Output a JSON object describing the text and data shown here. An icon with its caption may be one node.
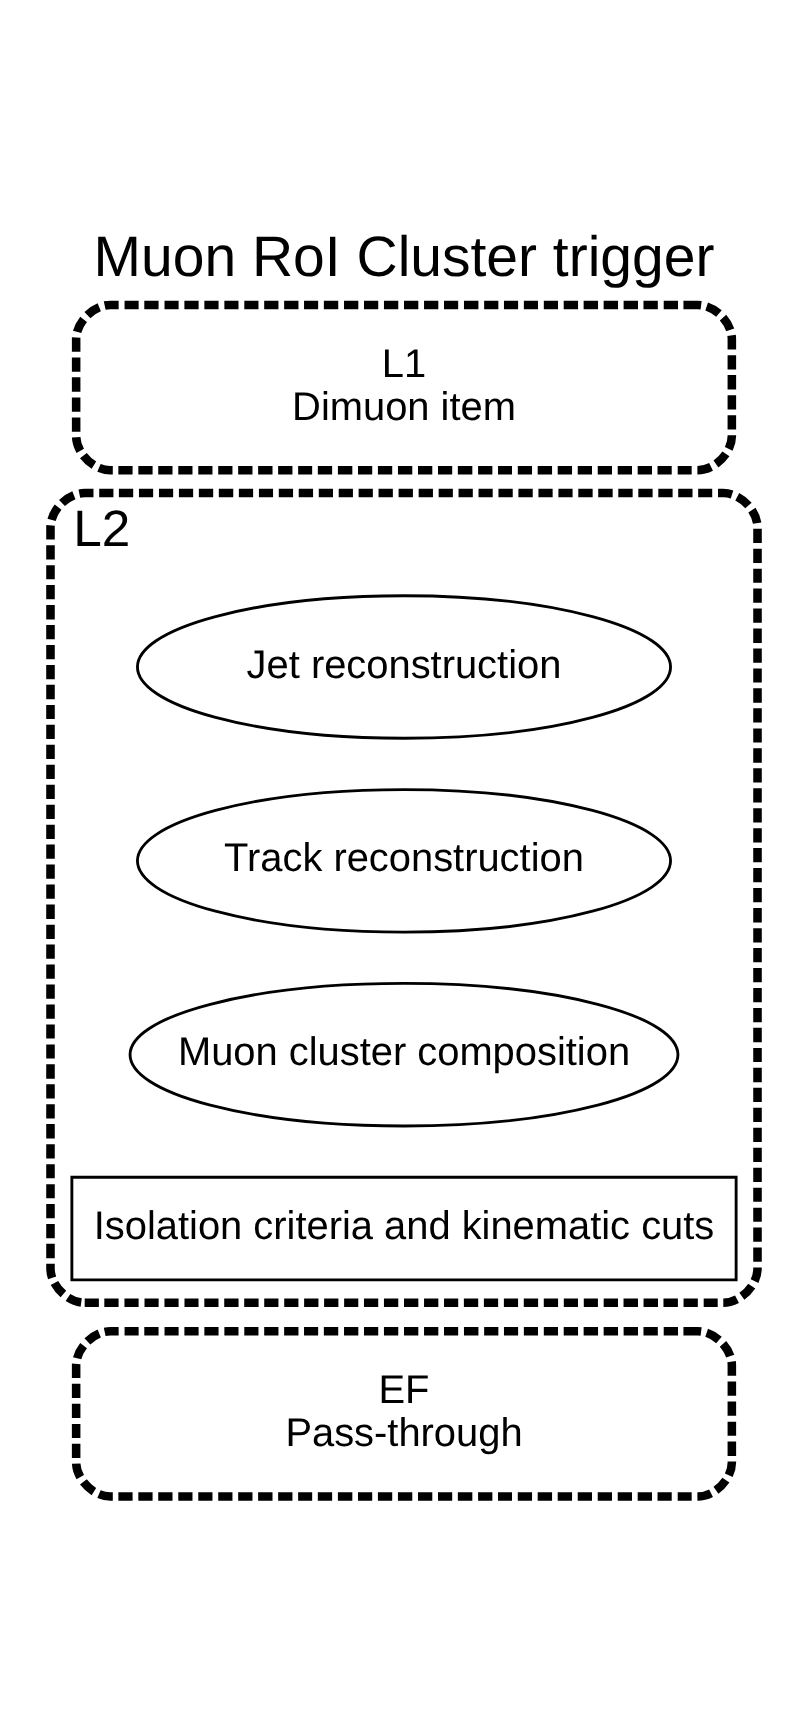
{
  "diagram": {
    "title": "Muon RoI Cluster trigger",
    "nodes": [
      {
        "text": [
          "L1",
          "Dimuon item"
        ]
      },
      {
        "text": [
          "L2"
        ]
      },
      {
        "text": [
          "Jet reconstruction"
        ],
        "in": 1
      },
      {
        "text": [
          "Track reconstruction"
        ],
        "in": 1
      },
      {
        "text": [
          "Muon cluster composition"
        ],
        "in": 1
      },
      {
        "text": [
          "Isolation criteria and kinematic cuts"
        ],
        "in": 1
      },
      {
        "text": [
          "EF",
          "Pass-through"
        ]
      }
    ],
    "edges": []
  }
}
